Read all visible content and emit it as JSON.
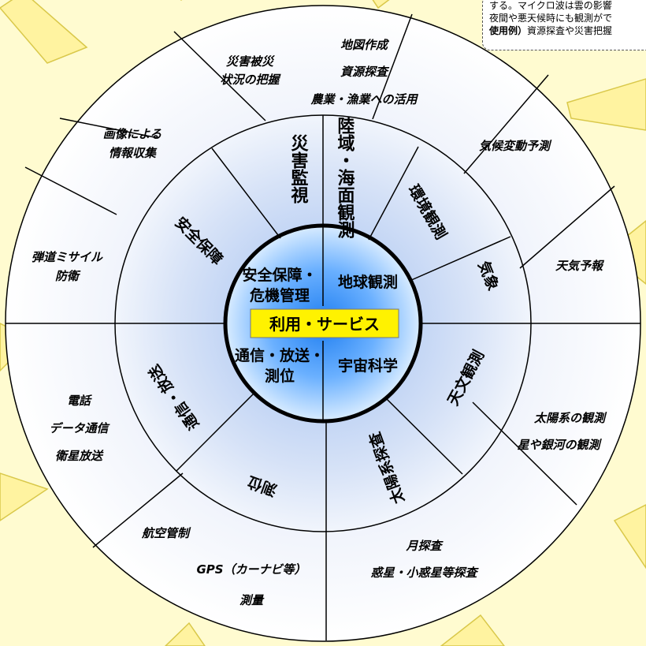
{
  "center": {
    "label": "利用・サービス"
  },
  "inner": {
    "security": [
      "安全保障・",
      "危機管理"
    ],
    "earth": "地球観測",
    "comm": [
      "通信・放送・",
      "測位"
    ],
    "space": "宇宙科学"
  },
  "middle": {
    "security": "安全保障",
    "disaster": "災害監視",
    "land_sea": "陸域・海面観測",
    "environment": "環境観測",
    "weather": "気象",
    "astronomy": "天文観測",
    "solar": "太陽系探査",
    "positioning": "測位",
    "comm": "通信・放送"
  },
  "outer": {
    "disaster_status": [
      "災害被災",
      "状況の把握"
    ],
    "mapping": [
      "地図作成",
      "資源探査",
      "農業・漁業への活用"
    ],
    "image_info": [
      "画像による",
      "情報収集"
    ],
    "climate": "気候変動予測",
    "missile": [
      "弾道ミサイル",
      "防衛"
    ],
    "forecast": "天気予報",
    "telecom": [
      "電話",
      "データ通信",
      "衛星放送"
    ],
    "solar_obs": [
      "太陽系の観測",
      "星や銀河の観測"
    ],
    "aviation": "航空管制",
    "gps": [
      "GPS（カーナビ等）",
      "測量"
    ],
    "moon": [
      "月探査",
      "惑星・小惑星等探査"
    ]
  },
  "note": {
    "line1": "する。マイクロ波は雲の影響",
    "line2": "夜間や悪天候時にも観測がで",
    "example_label": "使用例）",
    "example_text": "資源探査や災害把握"
  }
}
